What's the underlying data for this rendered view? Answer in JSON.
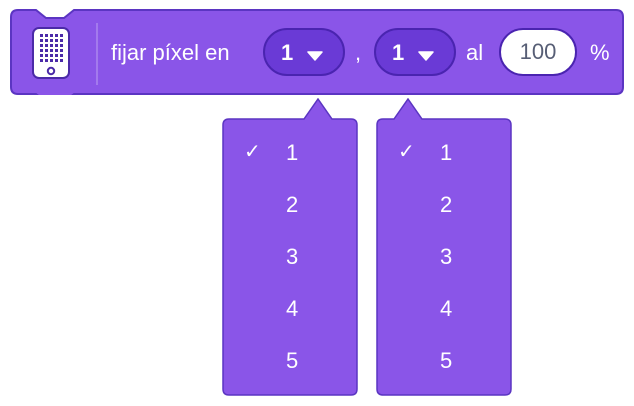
{
  "colors": {
    "block_fill": "#8a55e8",
    "block_border": "#5b35c2",
    "dropdown_fill": "#6a3ad6",
    "text": "#ffffff",
    "input_text": "#575e75"
  },
  "block": {
    "icon": "led-matrix-device-icon",
    "text_before": "fijar píxel en",
    "separator": ",",
    "text_mid": "al",
    "suffix": "%",
    "dropdown_x": {
      "value": "1",
      "icon": "caret-down-icon"
    },
    "dropdown_y": {
      "value": "1",
      "icon": "caret-down-icon"
    },
    "brightness": {
      "value": "100"
    }
  },
  "menus": [
    {
      "selected": "1",
      "options": [
        "1",
        "2",
        "3",
        "4",
        "5"
      ]
    },
    {
      "selected": "1",
      "options": [
        "1",
        "2",
        "3",
        "4",
        "5"
      ]
    }
  ],
  "checkmark_glyph": "✓"
}
